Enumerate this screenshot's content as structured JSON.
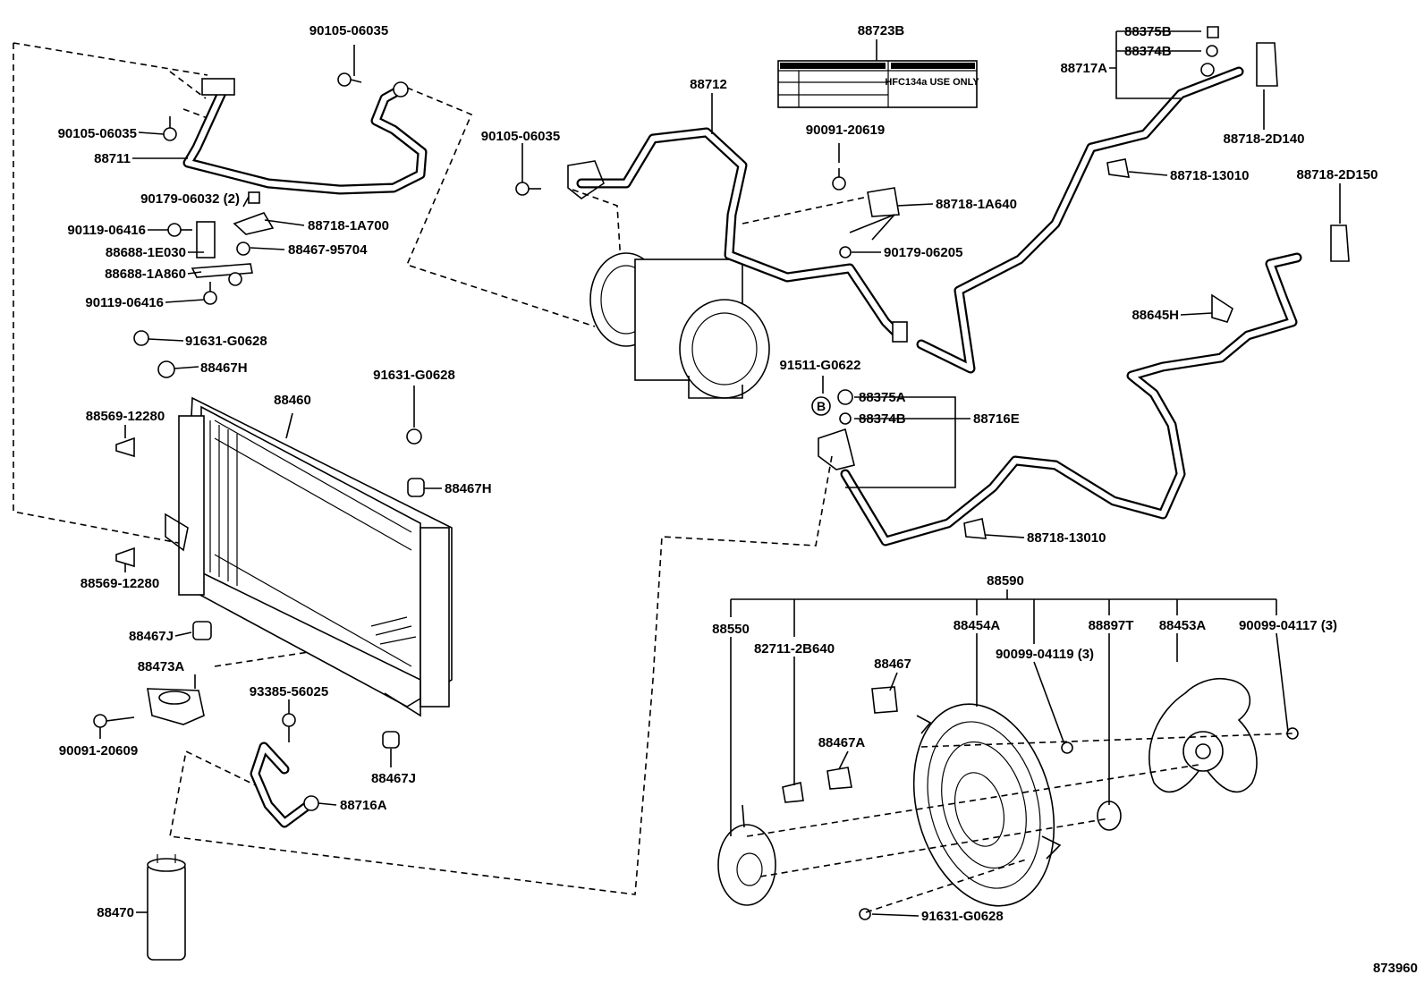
{
  "diagram_id": "873960",
  "label_box": {
    "code": "88723B",
    "text": "HFC134a USE ONLY"
  },
  "callouts": [
    {
      "id": "c01",
      "text": "90105-06035"
    },
    {
      "id": "c02",
      "text": "90105-06035"
    },
    {
      "id": "c03",
      "text": "88711"
    },
    {
      "id": "c04",
      "text": "90179-06032 (2)"
    },
    {
      "id": "c05",
      "text": "90119-06416"
    },
    {
      "id": "c06",
      "text": "88718-1A700"
    },
    {
      "id": "c07",
      "text": "88688-1E030"
    },
    {
      "id": "c08",
      "text": "88467-95704"
    },
    {
      "id": "c09",
      "text": "88688-1A860"
    },
    {
      "id": "c10",
      "text": "90119-06416"
    },
    {
      "id": "c11",
      "text": "91631-G0628"
    },
    {
      "id": "c12",
      "text": "88467H"
    },
    {
      "id": "c13",
      "text": "88460"
    },
    {
      "id": "c14",
      "text": "91631-G0628"
    },
    {
      "id": "c15",
      "text": "88569-12280"
    },
    {
      "id": "c16",
      "text": "88467H"
    },
    {
      "id": "c17",
      "text": "88569-12280"
    },
    {
      "id": "c18",
      "text": "88467J"
    },
    {
      "id": "c19",
      "text": "88473A"
    },
    {
      "id": "c20",
      "text": "93385-56025"
    },
    {
      "id": "c21",
      "text": "90091-20609"
    },
    {
      "id": "c22",
      "text": "88467J"
    },
    {
      "id": "c23",
      "text": "88716A"
    },
    {
      "id": "c24",
      "text": "88470"
    },
    {
      "id": "c25",
      "text": "88712"
    },
    {
      "id": "c26",
      "text": "90105-06035"
    },
    {
      "id": "c27",
      "text": "88723B"
    },
    {
      "id": "c28",
      "text": "90091-20619"
    },
    {
      "id": "c29",
      "text": "88718-1A640"
    },
    {
      "id": "c30",
      "text": "90179-06205"
    },
    {
      "id": "c31",
      "text": "88375B"
    },
    {
      "id": "c32",
      "text": "88374B"
    },
    {
      "id": "c33",
      "text": "88717A"
    },
    {
      "id": "c34",
      "text": "88718-2D140"
    },
    {
      "id": "c35",
      "text": "88718-13010"
    },
    {
      "id": "c36",
      "text": "88718-2D150"
    },
    {
      "id": "c37",
      "text": "88645H"
    },
    {
      "id": "c38",
      "text": "91511-G0622"
    },
    {
      "id": "c39",
      "text": "B"
    },
    {
      "id": "c40",
      "text": "88375A"
    },
    {
      "id": "c41",
      "text": "88374B"
    },
    {
      "id": "c42",
      "text": "88716E"
    },
    {
      "id": "c43",
      "text": "88718-13010"
    },
    {
      "id": "c44",
      "text": "88590"
    },
    {
      "id": "c45",
      "text": "88550"
    },
    {
      "id": "c46",
      "text": "82711-2B640"
    },
    {
      "id": "c47",
      "text": "88454A"
    },
    {
      "id": "c48",
      "text": "90099-04119 (3)"
    },
    {
      "id": "c49",
      "text": "88897T"
    },
    {
      "id": "c50",
      "text": "88453A"
    },
    {
      "id": "c51",
      "text": "90099-04117 (3)"
    },
    {
      "id": "c52",
      "text": "88467"
    },
    {
      "id": "c53",
      "text": "88467A"
    },
    {
      "id": "c54",
      "text": "91631-G0628"
    }
  ]
}
